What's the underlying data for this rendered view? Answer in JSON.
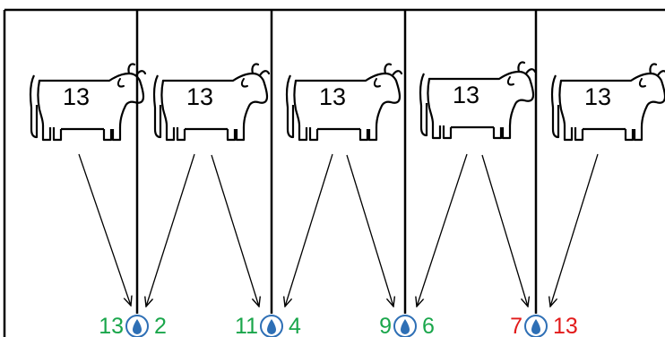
{
  "cows": [
    {
      "id": "cow-1",
      "number": "13"
    },
    {
      "id": "cow-2",
      "number": "13"
    },
    {
      "id": "cow-3",
      "number": "13"
    },
    {
      "id": "cow-4",
      "number": "13"
    },
    {
      "id": "cow-5",
      "number": "13"
    }
  ],
  "troughs": [
    {
      "left": "13",
      "right": "2",
      "left_color": "#1aa64b",
      "right_color": "#1aa64b"
    },
    {
      "left": "11",
      "right": "4",
      "left_color": "#1aa64b",
      "right_color": "#1aa64b"
    },
    {
      "left": "9",
      "right": "6",
      "left_color": "#1aa64b",
      "right_color": "#1aa64b"
    },
    {
      "left": "7",
      "right": "13",
      "left_color": "#e21b1b",
      "right_color": "#e21b1b"
    }
  ],
  "colors": {
    "green": "#1aa64b",
    "red": "#e21b1b",
    "drop_blue": "#2e6fb5",
    "line": "#000000"
  },
  "icons": {
    "cow": "cow-icon",
    "drop": "water-drop-icon",
    "arrow": "arrow"
  }
}
